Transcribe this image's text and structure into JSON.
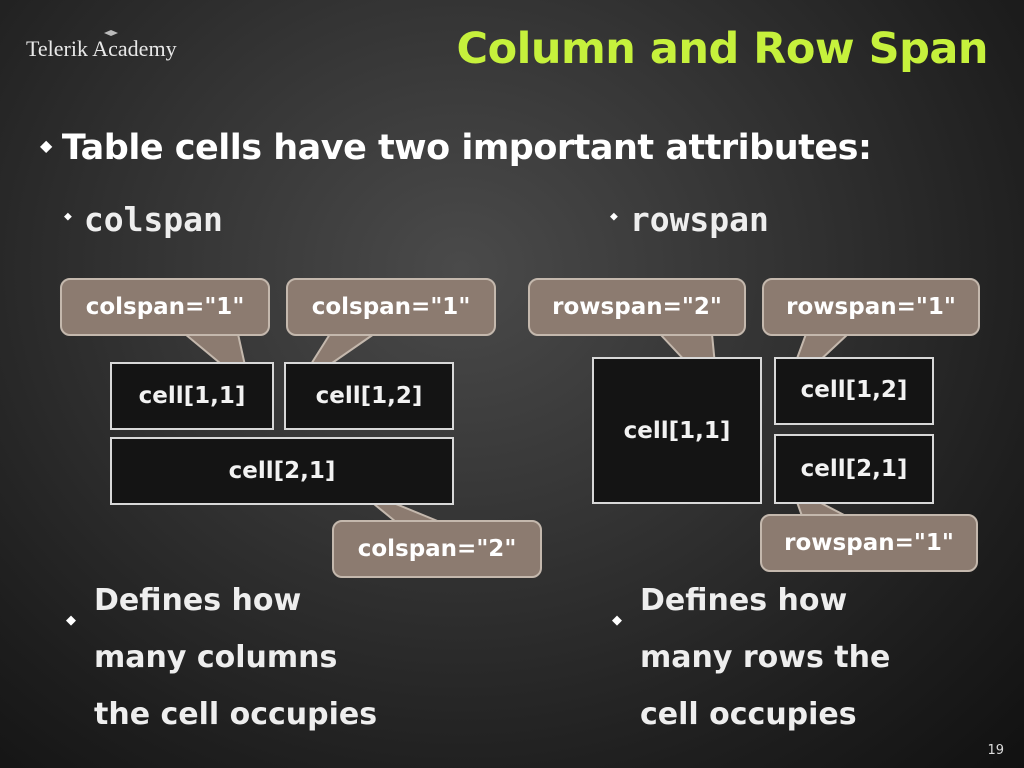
{
  "header": {
    "logo": "Telerik Academy",
    "title": "Column and Row Span"
  },
  "main_bullet": "Table cells have two important attributes:",
  "colspan_section": {
    "heading": "colspan",
    "callouts": [
      "colspan=\"1\"",
      "colspan=\"1\"",
      "colspan=\"2\""
    ],
    "cells": [
      "cell[1,1]",
      "cell[1,2]",
      "cell[2,1]"
    ],
    "description": [
      "Defines how",
      "many columns",
      "the cell occupies"
    ]
  },
  "rowspan_section": {
    "heading": "rowspan",
    "callouts": [
      "rowspan=\"2\"",
      "rowspan=\"1\"",
      "rowspan=\"1\""
    ],
    "cells": [
      "cell[1,1]",
      "cell[1,2]",
      "cell[2,1]"
    ],
    "description": [
      "Defines how",
      "many rows the",
      "cell occupies"
    ]
  },
  "page_number": "19",
  "colors": {
    "title": "#c6f13c",
    "callout_fill": "#8c7b70",
    "cell_border": "#d8d8d8"
  }
}
